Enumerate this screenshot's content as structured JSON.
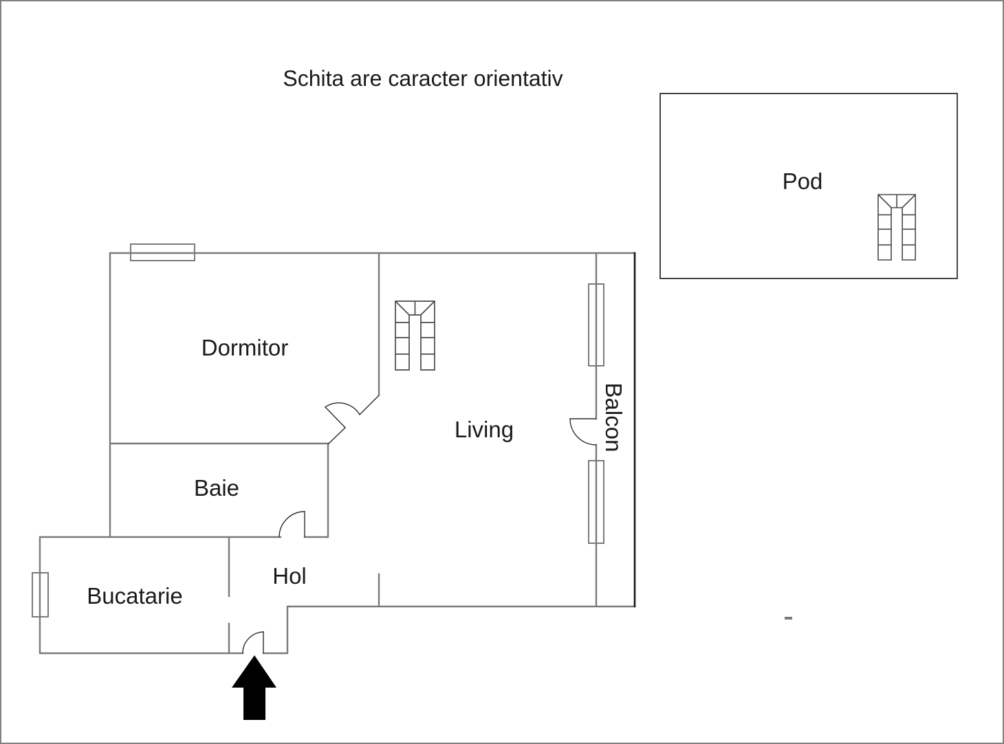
{
  "title": "Schita are caracter orientativ",
  "rooms": {
    "dormitor": {
      "label": "Dormitor"
    },
    "baie": {
      "label": "Baie"
    },
    "bucatarie": {
      "label": "Bucatarie"
    },
    "hol": {
      "label": "Hol"
    },
    "living": {
      "label": "Living"
    },
    "balcon": {
      "label": "Balcon"
    },
    "pod": {
      "label": "Pod"
    }
  },
  "symbols": {
    "stairs": "u-shaped-stairs-icon",
    "windows": [
      "dormitor-top-wall",
      "bucatarie-left-wall",
      "balcon-wall-upper",
      "balcon-wall-lower"
    ],
    "doors": [
      "dormitor-door",
      "baie-door",
      "entrance-door",
      "balcon-door"
    ],
    "entrance_arrow": "black-up-arrow-at-entrance"
  },
  "colors": {
    "background": "#ffffff",
    "wall_gray": "#7a7a7a",
    "line_dark": "#2a2a2a",
    "outline_black": "#161616",
    "text": "#1a1a1a",
    "arrow_black": "#000000",
    "border_gray": "#808080"
  }
}
